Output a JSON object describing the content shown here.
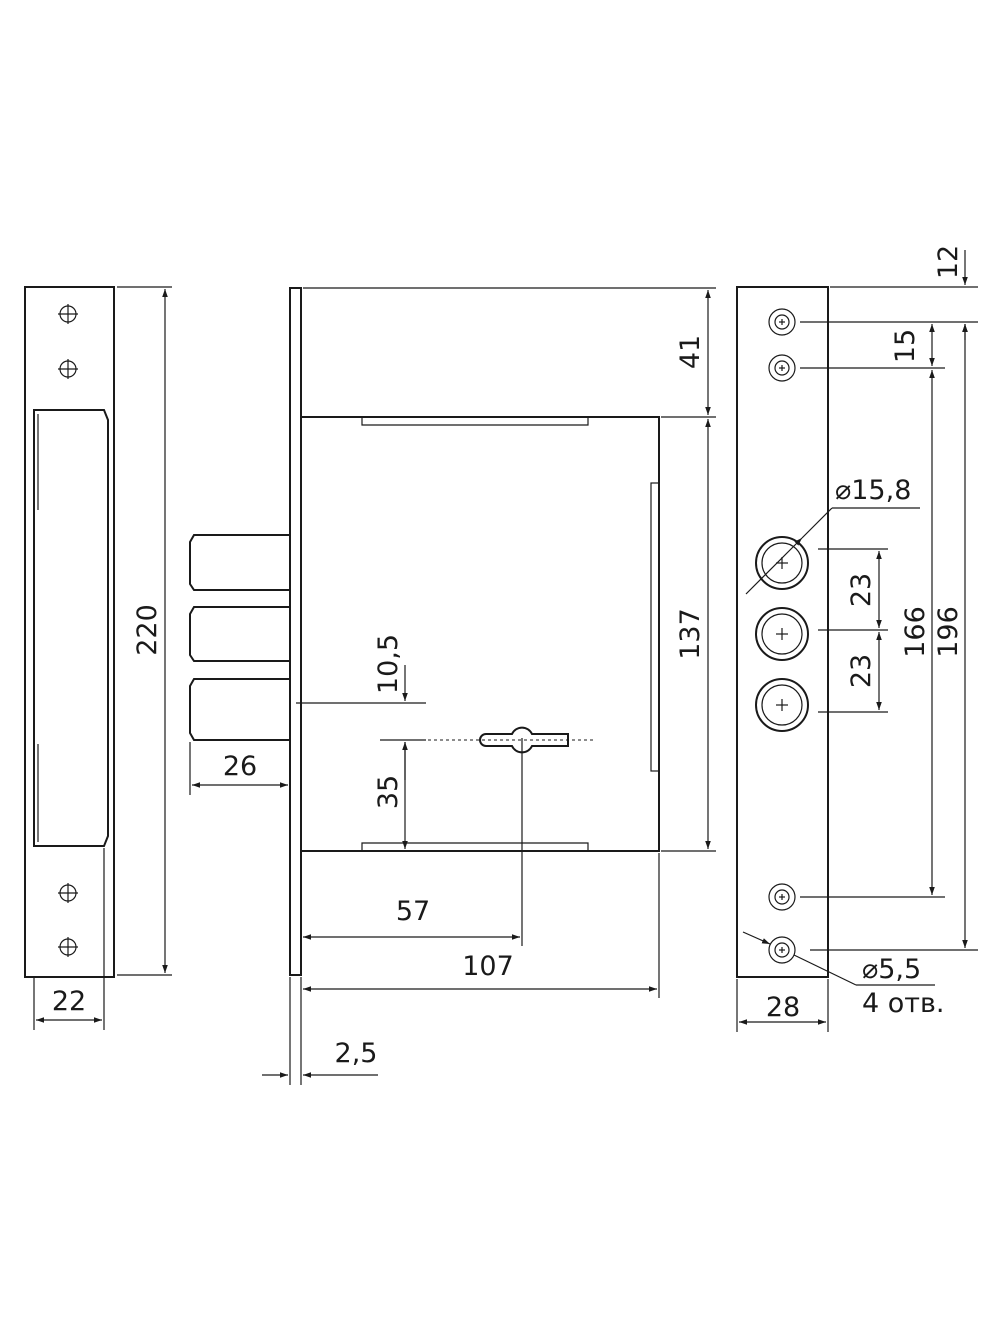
{
  "dimensions": {
    "strike_height": "220",
    "strike_width": "22",
    "bolt_projection": "26",
    "bolt_offset": "10,5",
    "keyhole_height": "35",
    "backset": "57",
    "body_width": "107",
    "faceplate_thickness": "2,5",
    "top_offset": "41",
    "body_height": "137",
    "top_margin": "12",
    "screw_spacing_top": "15",
    "bolt_diameter": "⌀15,8",
    "bolt_spacing_1": "23",
    "bolt_spacing_2": "23",
    "inner_screw_span": "166",
    "outer_screw_span": "196",
    "screw_hole_diameter": "⌀5,5",
    "screw_hole_count": "4 отв.",
    "faceplate_width": "28"
  }
}
